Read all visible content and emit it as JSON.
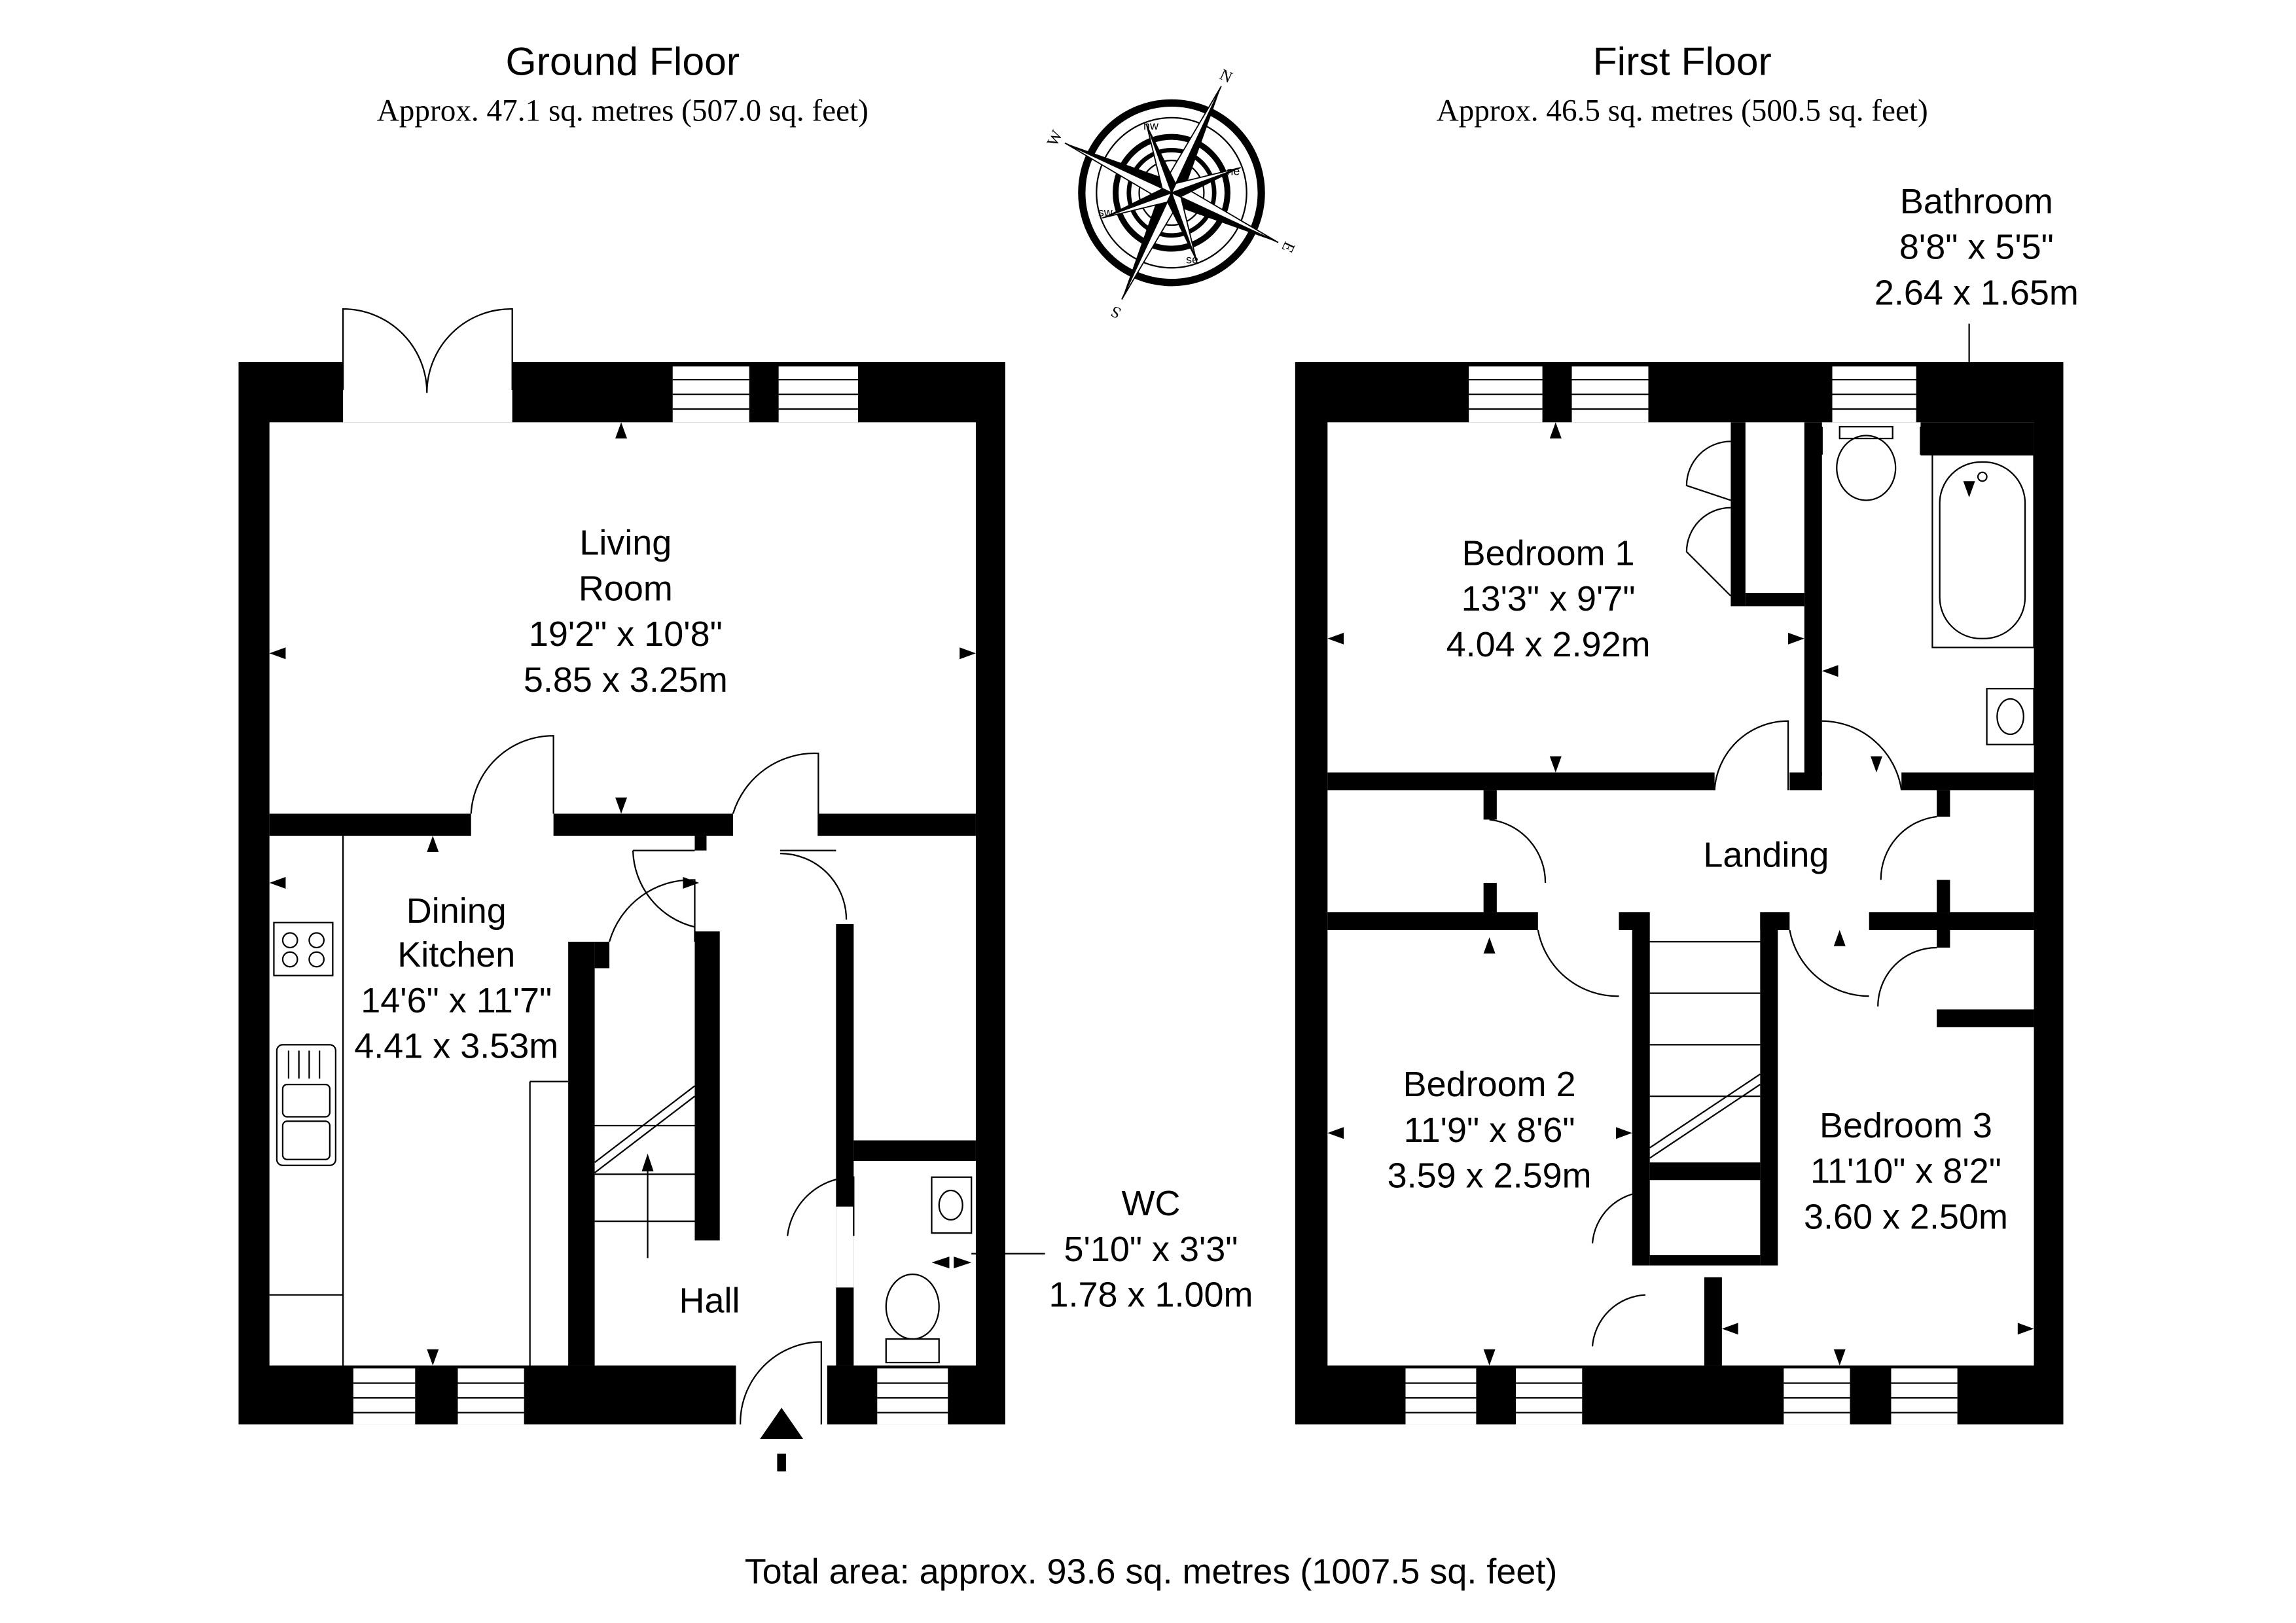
{
  "ground_floor": {
    "title": "Ground Floor",
    "area": "Approx. 47.1 sq. metres (507.0 sq. feet)",
    "rooms": {
      "living": {
        "name1": "Living",
        "name2": "Room",
        "imperial": "19'2\" x 10'8\"",
        "metric": "5.85 x 3.25m"
      },
      "kitchen": {
        "name1": "Dining",
        "name2": "Kitchen",
        "imperial": "14'6\" x 11'7\"",
        "metric": "4.41 x 3.53m"
      },
      "hall": {
        "name": "Hall"
      },
      "wc": {
        "name": "WC",
        "imperial": "5'10\" x 3'3\"",
        "metric": "1.78 x 1.00m"
      }
    }
  },
  "first_floor": {
    "title": "First Floor",
    "area": "Approx. 46.5 sq. metres (500.5 sq. feet)",
    "rooms": {
      "bathroom": {
        "name": "Bathroom",
        "imperial": "8'8\" x 5'5\"",
        "metric": "2.64 x 1.65m"
      },
      "bedroom1": {
        "name": "Bedroom 1",
        "imperial": "13'3\" x 9'7\"",
        "metric": "4.04 x 2.92m"
      },
      "landing": {
        "name": "Landing"
      },
      "bedroom2": {
        "name": "Bedroom 2",
        "imperial": "11'9\" x 8'6\"",
        "metric": "3.59 x 2.59m"
      },
      "bedroom3": {
        "name": "Bedroom 3",
        "imperial": "11'10\" x 8'2\"",
        "metric": "3.60 x 2.50m"
      }
    }
  },
  "compass": {
    "n": "N",
    "e": "E",
    "s": "S",
    "w": "W",
    "ne": "ne",
    "nw": "nw",
    "se": "se",
    "sw": "sw"
  },
  "total_area": "Total area: approx. 93.6 sq. metres (1007.5 sq. feet)"
}
